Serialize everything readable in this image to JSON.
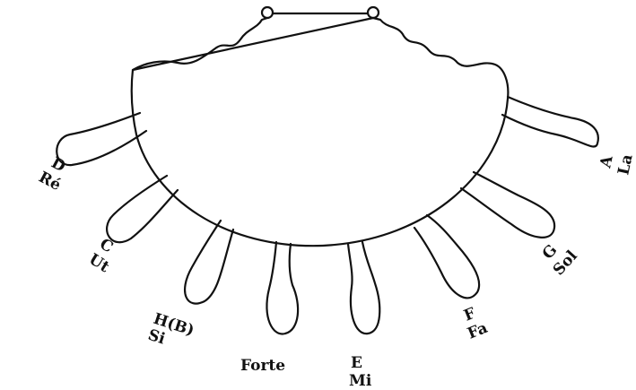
{
  "labels": {
    "d": "D",
    "re": "Ré",
    "c": "C",
    "ut": "Ut",
    "h": "H(B)",
    "si": "Si",
    "forte": "Forte",
    "e": "E",
    "mi": "Mi",
    "f": "F",
    "fa": "Fa",
    "g": "G",
    "sol": "Sol",
    "a": "A",
    "la": "La"
  }
}
